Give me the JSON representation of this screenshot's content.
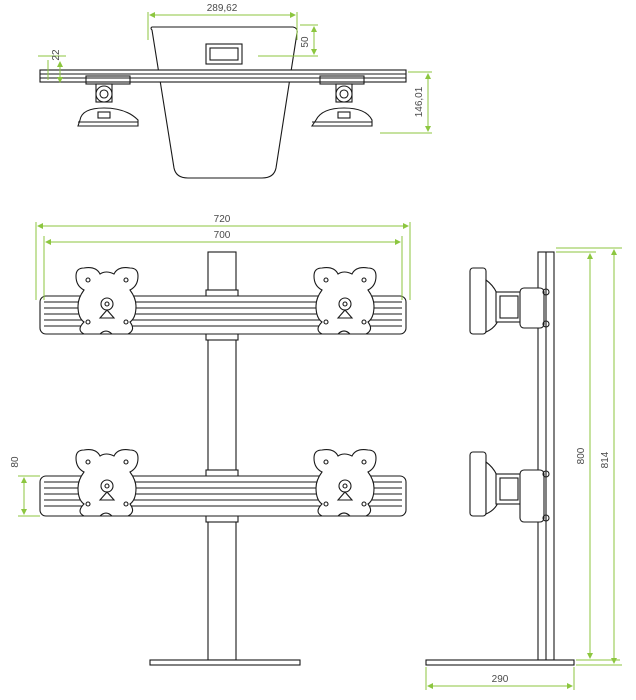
{
  "dimensions": {
    "top_width": "289,62",
    "top_depth": "22",
    "top_offset": "50",
    "top_height": "146,01",
    "front_outer_width": "720",
    "front_inner_width": "700",
    "beam_height": "80",
    "side_pole_height": "800",
    "side_total_height": "814",
    "side_base_width": "290"
  },
  "colors": {
    "drawing": "#1a1a1a",
    "dimension_lines": "#8cc63f",
    "dimension_text": "#4a4a4a"
  }
}
